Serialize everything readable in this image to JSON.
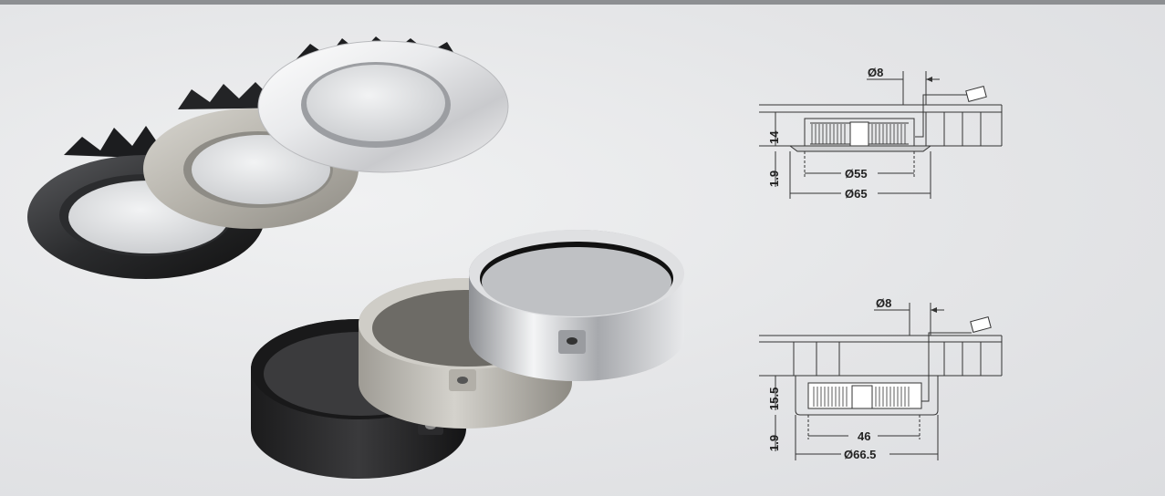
{
  "products": {
    "top": [
      "black recessed downlight",
      "stainless steel recessed downlight",
      "chrome recessed downlight"
    ],
    "bottom": [
      "black surface mount ring",
      "stainless steel surface mount ring",
      "chrome surface mount ring"
    ]
  },
  "drawing_top": {
    "cable_hole": "Ø8",
    "height": "14",
    "flange": "1.9",
    "cutout": "Ø55",
    "outer": "Ø65"
  },
  "drawing_bottom": {
    "cable_hole": "Ø8",
    "height": "15.5",
    "flange": "1.9",
    "cutout": "46",
    "outer": "Ø66.5"
  }
}
